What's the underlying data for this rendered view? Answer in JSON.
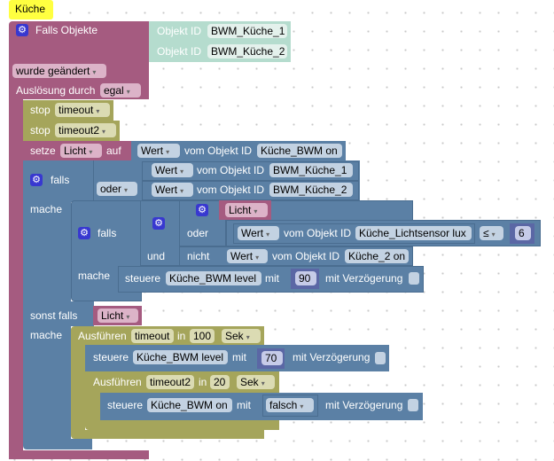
{
  "comment": "Küche",
  "trigger": {
    "title": "Falls Objekte",
    "objects": [
      {
        "label": "Objekt ID",
        "value": "BWM_Küche_1"
      },
      {
        "label": "Objekt ID",
        "value": "BWM_Küche_2"
      }
    ],
    "event": "wurde geändert",
    "by_label": "Auslösung durch",
    "by_value": "egal"
  },
  "stops": [
    {
      "label": "stop",
      "value": "timeout"
    },
    {
      "label": "stop",
      "value": "timeout2"
    }
  ],
  "setze": {
    "label": "setze",
    "var": "Licht",
    "auf": "auf",
    "wert": "Wert",
    "vom": "vom Objekt ID",
    "obj": "Küche_BWM on"
  },
  "if1": {
    "falls": "falls",
    "op": "oder",
    "rows": [
      {
        "wert": "Wert",
        "vom": "vom Objekt ID",
        "obj": "BWM_Küche_1"
      },
      {
        "wert": "Wert",
        "vom": "vom Objekt ID",
        "obj": "BWM_Küche_2"
      }
    ],
    "mache": "mache",
    "sonst_falls": "sonst falls",
    "sonst_var": "Licht",
    "mache2": "mache"
  },
  "if2": {
    "falls": "falls",
    "var": "Licht",
    "oder": "oder",
    "wert": "Wert",
    "vom": "vom Objekt ID",
    "obj": "Küche_Lichtsensor lux",
    "cmp": "≤",
    "num": "6",
    "und": "und",
    "nicht": "nicht",
    "wert2": "Wert",
    "vom2": "vom Objekt ID",
    "obj2": "Küche_2 on",
    "mache": "mache"
  },
  "steuere1": {
    "label": "steuere",
    "obj": "Küche_BWM level",
    "mit": "mit",
    "val": "90",
    "delay": "mit Verzögerung"
  },
  "exec1": {
    "label": "Ausführen",
    "timer": "timeout",
    "in": "in",
    "val": "100",
    "unit": "Sek"
  },
  "steuere2": {
    "label": "steuere",
    "obj": "Küche_BWM level",
    "mit": "mit",
    "val": "70",
    "delay": "mit Verzögerung"
  },
  "exec2": {
    "label": "Ausführen",
    "timer": "timeout2",
    "in": "in",
    "val": "20",
    "unit": "Sek"
  },
  "steuere3": {
    "label": "steuere",
    "obj": "Küche_BWM on",
    "mit": "mit",
    "val": "falsch",
    "delay": "mit Verzögerung"
  },
  "arrow": "▾"
}
